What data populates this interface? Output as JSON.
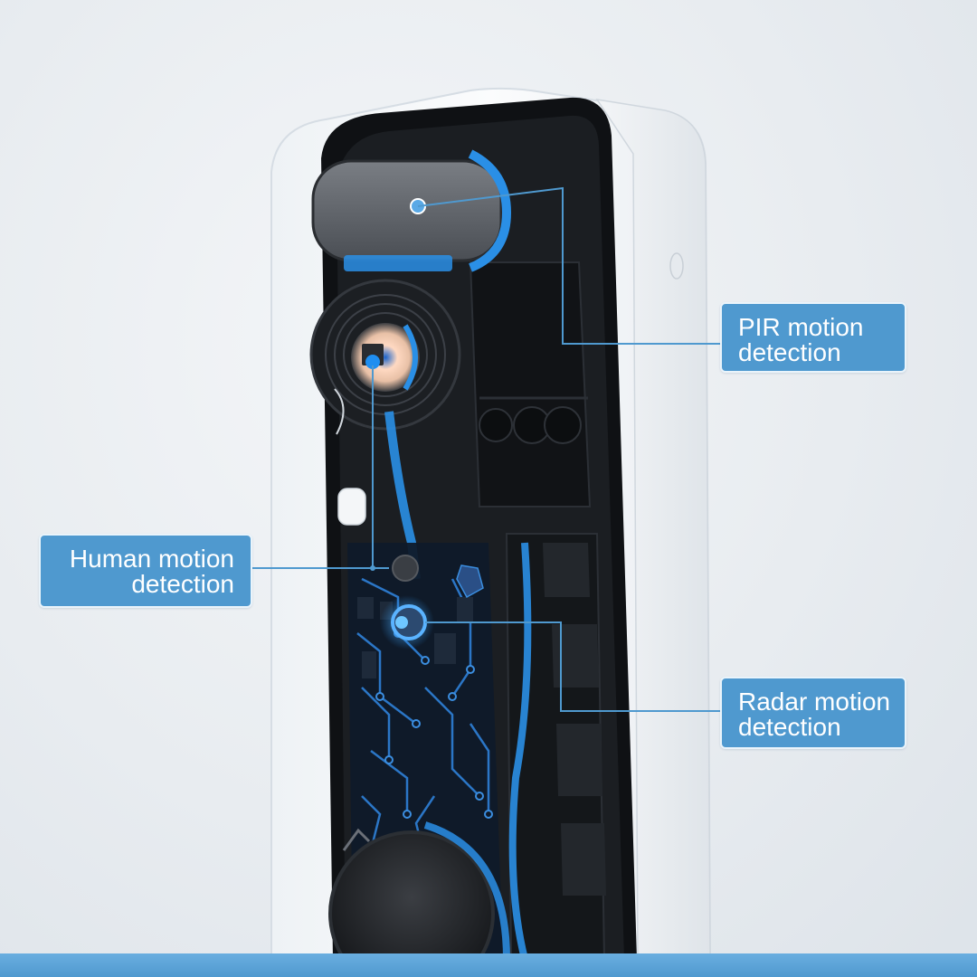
{
  "callouts": {
    "pir": {
      "line1": "PIR motion",
      "line2": "detection"
    },
    "human": {
      "line1": "Human motion",
      "line2": "detection"
    },
    "radar": {
      "line1": "Radar motion",
      "line2": "detection"
    }
  },
  "colors": {
    "accent": "#4f99cf",
    "highlight": "#2a8fe6",
    "background": "#e6eaee",
    "device_shell": "#f7f9fb",
    "device_interior": "#141619"
  }
}
